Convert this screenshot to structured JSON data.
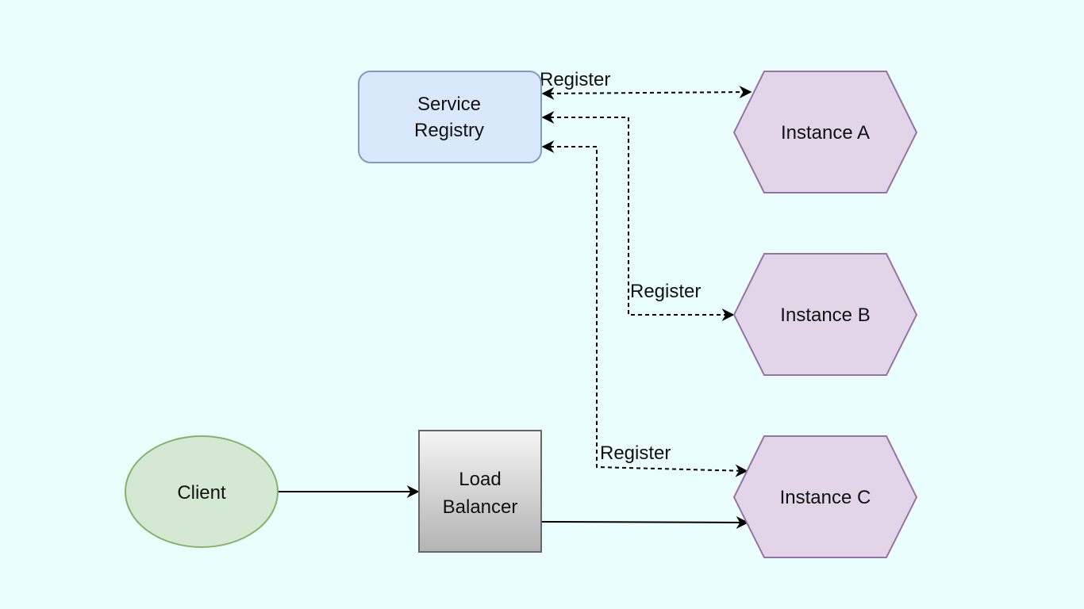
{
  "diagram": {
    "nodes": {
      "service_registry": {
        "line1": "Service",
        "line2": "Registry"
      },
      "instance_a": {
        "label": "Instance A"
      },
      "instance_b": {
        "label": "Instance B"
      },
      "instance_c": {
        "label": "Instance C"
      },
      "client": {
        "label": "Client"
      },
      "load_balancer": {
        "line1": "Load",
        "line2": "Balancer"
      }
    },
    "edges": {
      "registry_a": {
        "label": "Register",
        "style": "dashed",
        "direction": "both"
      },
      "registry_b": {
        "label": "Register",
        "style": "dashed",
        "direction": "both"
      },
      "registry_c": {
        "label": "Register",
        "style": "dashed",
        "direction": "both"
      },
      "client_lb": {
        "style": "solid",
        "direction": "forward"
      },
      "lb_c": {
        "style": "solid",
        "direction": "forward"
      }
    }
  },
  "colors": {
    "background": "#eafefe",
    "registry_fill": "#dae8fc",
    "registry_stroke": "#7f9ac7",
    "instance_fill": "#e1d5e7",
    "instance_stroke": "#9673a6",
    "client_fill": "#d5e8d4",
    "client_stroke": "#82b366",
    "lb_fill_top": "#f5f5f5",
    "lb_fill_bottom": "#b3b3b3",
    "lb_stroke": "#666666",
    "edge": "#000000"
  }
}
